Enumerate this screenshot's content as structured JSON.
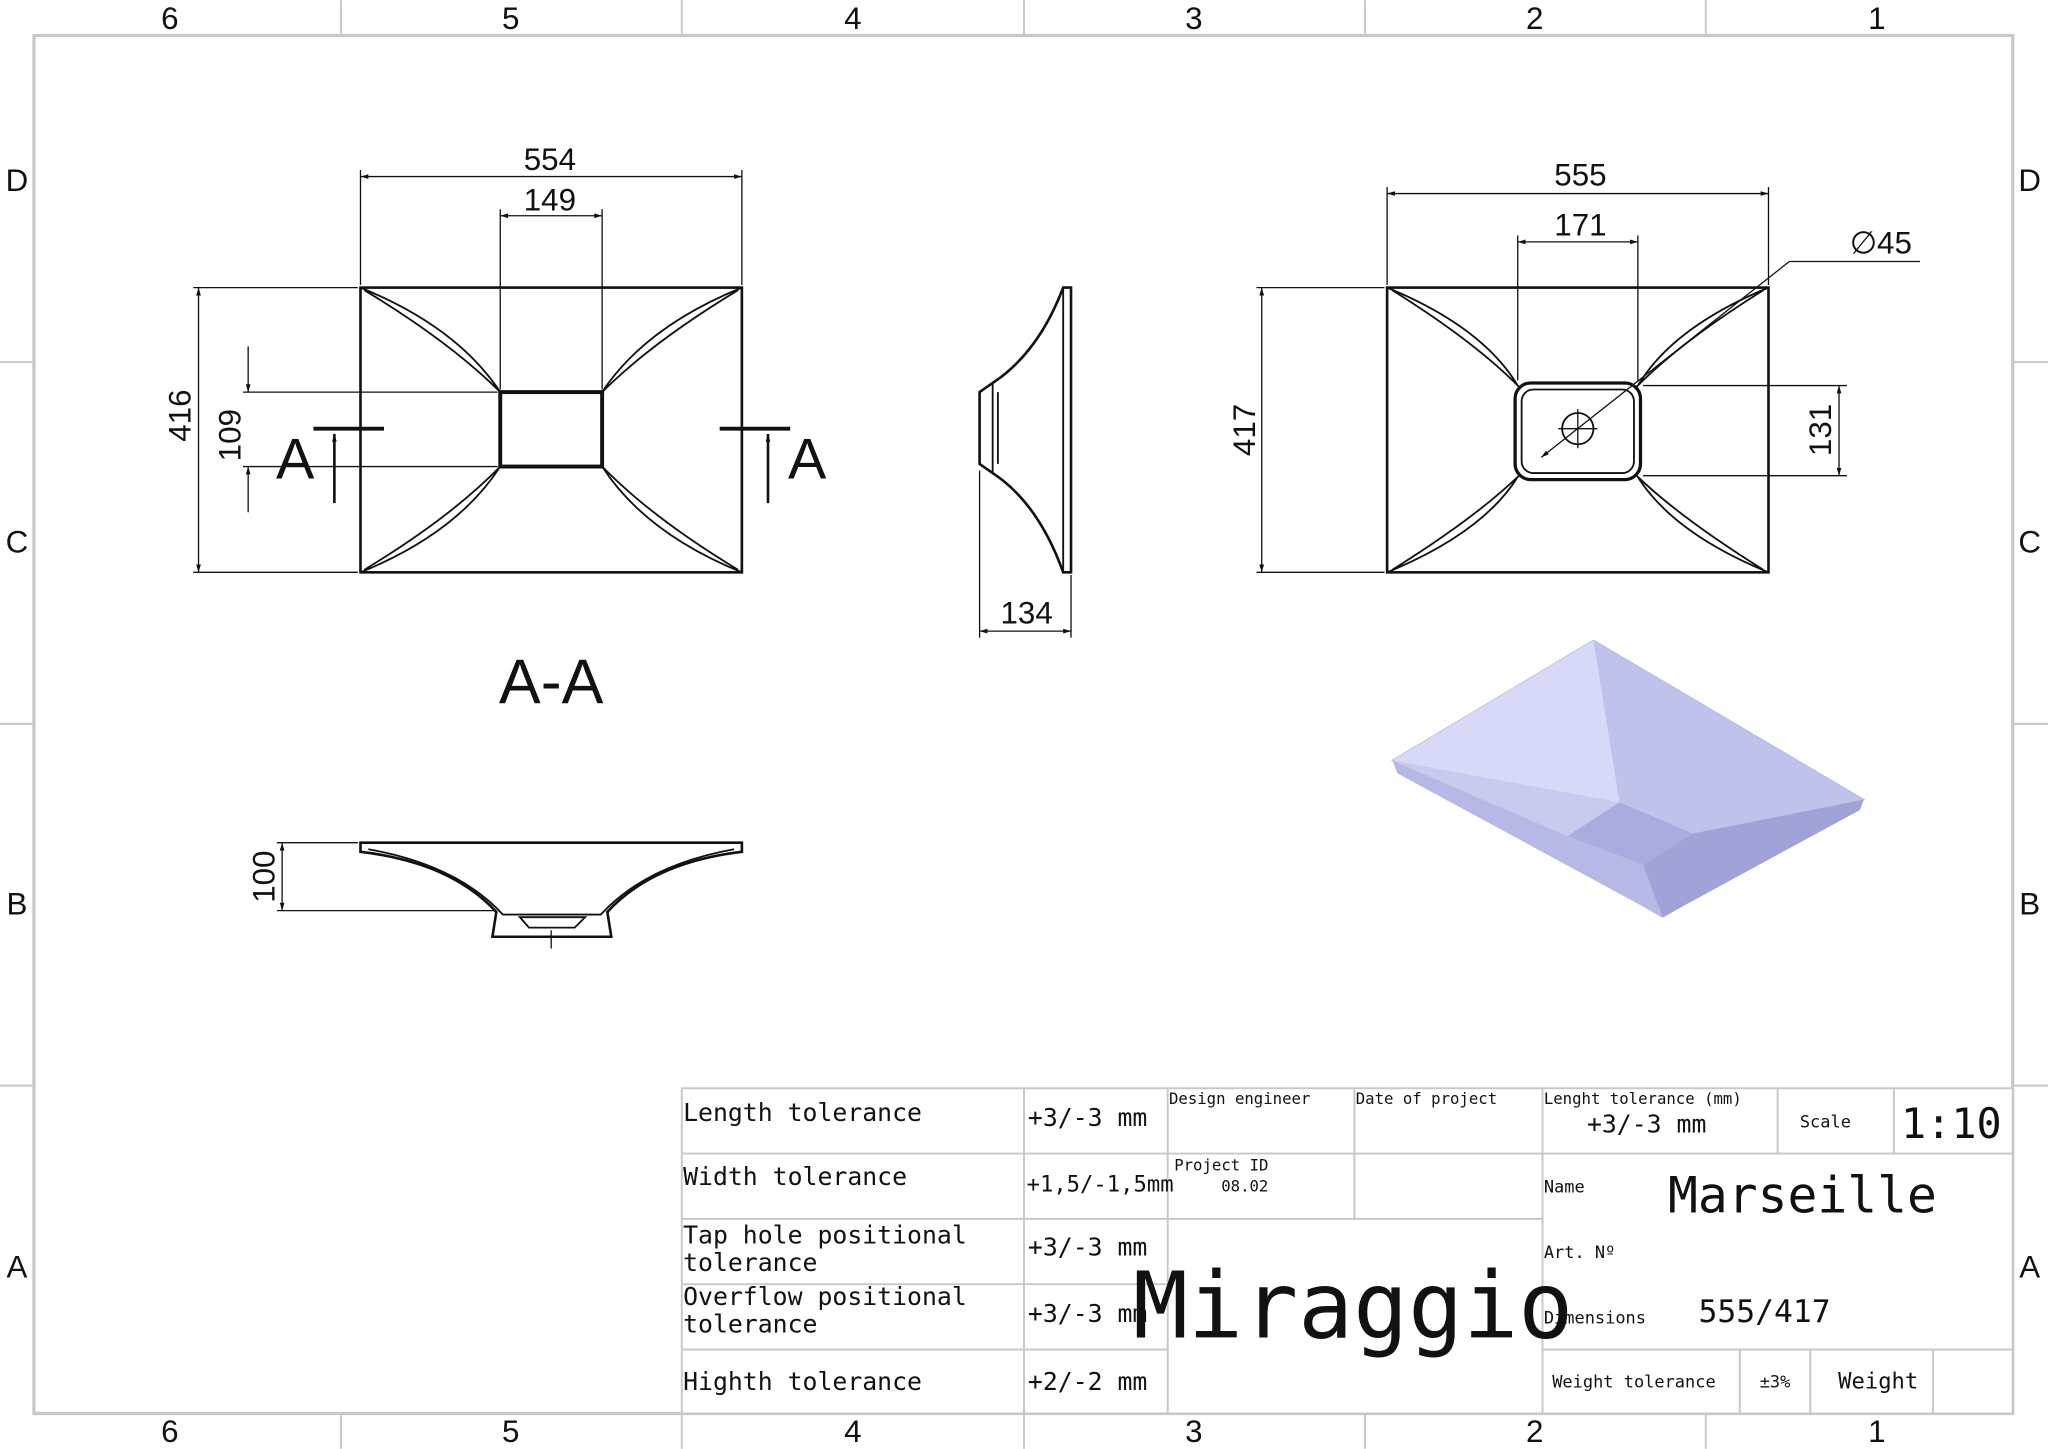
{
  "zones": {
    "columns": [
      "6",
      "5",
      "4",
      "3",
      "2",
      "1"
    ],
    "rows": [
      "D",
      "C",
      "B",
      "A"
    ]
  },
  "top_view": {
    "overall_width": "554",
    "drain_width": "149",
    "overall_depth": "416",
    "drain_depth": "109",
    "section_mark": "A"
  },
  "side_view": {
    "height": "134"
  },
  "right_view": {
    "overall_width": "555",
    "drain_width": "171",
    "drain_diameter": "∅45",
    "overall_depth": "417",
    "drain_depth": "131"
  },
  "section": {
    "title": "A-A",
    "height": "100"
  },
  "title_block": {
    "tolerances": [
      {
        "label": "Length tolerance",
        "value": "+3/-3 mm"
      },
      {
        "label": "Width tolerance",
        "value": "+1,5/-1,5mm"
      },
      {
        "label": "Tap hole positional",
        "label2": "tolerance",
        "value": "+3/-3 mm"
      },
      {
        "label": "Overflow positional",
        "label2": "tolerance",
        "value": "+3/-3 mm"
      },
      {
        "label": "Highth tolerance",
        "value": "+2/-2 mm"
      }
    ],
    "design_engineer_label": "Design engineer",
    "date_label": "Date of project",
    "project_id_label": "Project ID",
    "project_id": "08.02",
    "brand": "Miraggio",
    "length_tol_label": "Lenght tolerance (mm)",
    "length_tol_value": "+3/-3 mm",
    "scale_label": "Scale",
    "scale_value": "1:10",
    "name_label": "Name",
    "name_value": "Marseille",
    "art_label": "Art. Nº",
    "dimensions_label": "Dimensions",
    "dimensions_value": "555/417",
    "weight_tol_label": "Weight tolerance",
    "weight_tol_value": "±3%",
    "weight_label": "Weight"
  }
}
